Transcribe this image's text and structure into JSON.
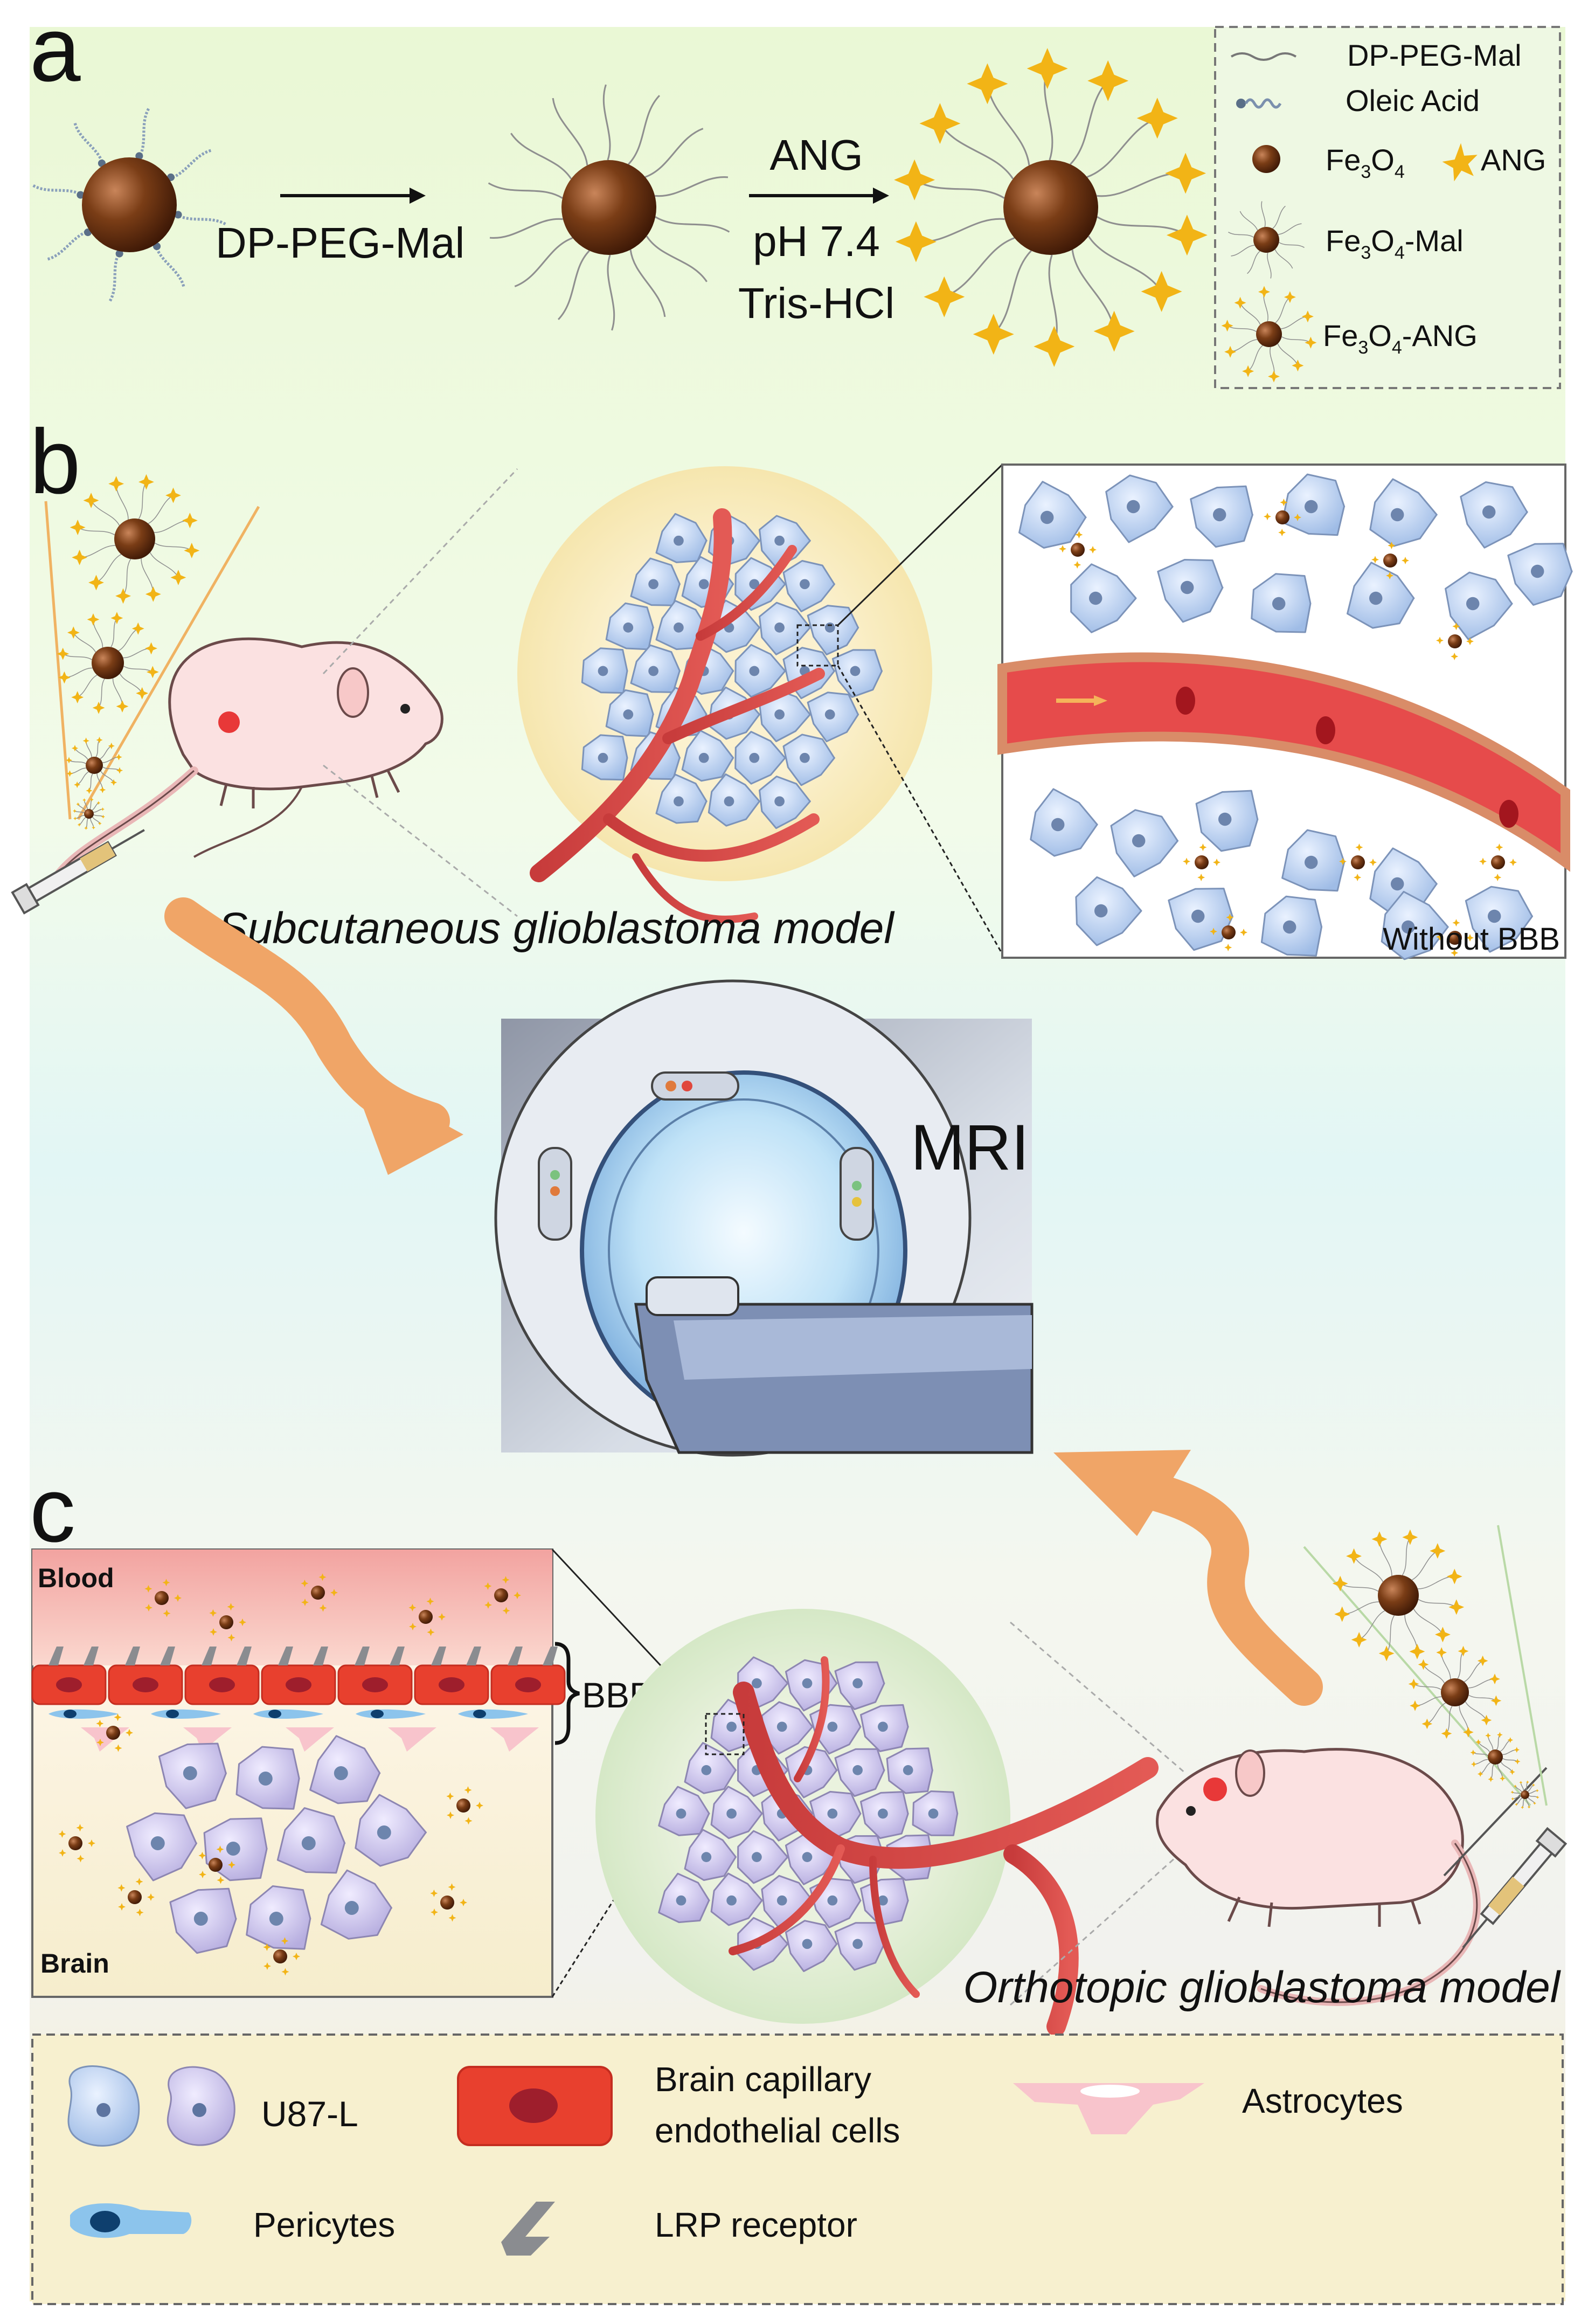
{
  "panels": {
    "a": "a",
    "b": "b",
    "c": "c"
  },
  "panel_a": {
    "arrow1_label": "DP-PEG-Mal",
    "arrow2_top": "ANG",
    "arrow2_mid": "pH 7.4",
    "arrow2_bot": "Tris-HCl",
    "legend": {
      "dp_peg_mal": "DP-PEG-Mal",
      "oleic_acid": "Oleic Acid",
      "fe3o4": "Fe",
      "fe3o4_sub3": "3",
      "fe3o4_o": "O",
      "fe3o4_sub4": "4",
      "ang": "ANG",
      "fe3o4_mal_suffix": "-Mal",
      "fe3o4_ang_suffix": "-ANG"
    }
  },
  "panel_b": {
    "model_label": "Subcutaneous glioblastoma model",
    "inset_label": "Without BBB"
  },
  "mri": {
    "label": "MRI"
  },
  "panel_c": {
    "blood_label": "Blood",
    "brain_label": "Brain",
    "bbb_label": "BBB",
    "model_label": "Orthotopic glioblastoma model"
  },
  "legend_bottom": {
    "u87": "U87-L",
    "bcec_line1": "Brain capillary",
    "bcec_line2": "endothelial cells",
    "astrocytes": "Astrocytes",
    "pericytes": "Pericytes",
    "lrp": "LRP receptor"
  },
  "colors": {
    "bg_top": "#e6f7cf",
    "bg_mid": "#dff6f4",
    "bg_bottom": "#f7f0cc",
    "vessel": "#d94848",
    "tumor_cell_blue": "#bcd3f0",
    "tumor_cell_purple": "#cfc6ec",
    "nanoparticle": "#6b3413",
    "ang_star": "#f2b416",
    "arrow_orange": "#f0a567"
  }
}
